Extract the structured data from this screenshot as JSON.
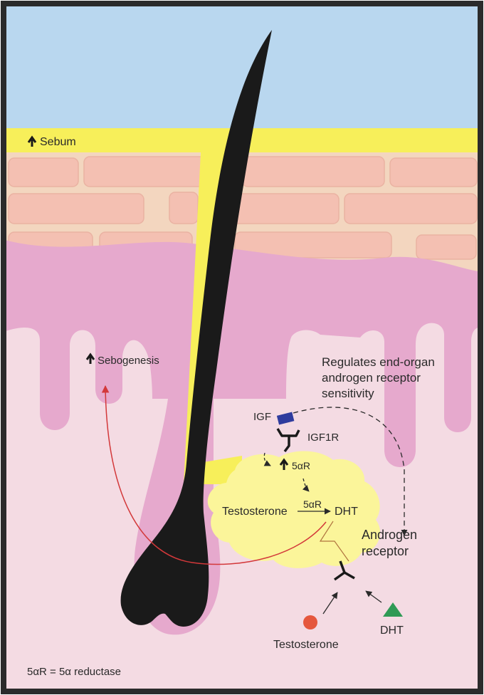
{
  "labels": {
    "sebum": "Sebum",
    "sebogenesis": "Sebogenesis",
    "regulates_line1": "Regulates end-organ",
    "regulates_line2": "androgen receptor",
    "regulates_line3": "sensitivity",
    "igf": "IGF",
    "igf1r": "IGF1R",
    "five_ar_up": "5αR",
    "five_ar_arrow": "5αR",
    "testosterone_inner": "Testosterone",
    "dht_inner": "DHT",
    "androgen_line1": "Androgen",
    "androgen_line2": "receptor",
    "testosterone_outer": "Testosterone",
    "dht_outer": "DHT",
    "footnote": "5αR = 5α reductase"
  },
  "colors": {
    "sky": "#b9d7ef",
    "sebum_layer": "#f7ef5a",
    "epidermis": "#f3d6bf",
    "skin_cells": "#f4c0b2",
    "dermis_ridge": "#e6a9cd",
    "dermis": "#f4dbe3",
    "hair": "#1a1a1a",
    "sebaceous_gland": "#fbf59a",
    "red_arrow": "#d3383a",
    "igf_block": "#2f3c9e",
    "testosterone_dot": "#e5573d",
    "dht_triangle": "#2f9a55",
    "frame": "#2b2b2b"
  }
}
